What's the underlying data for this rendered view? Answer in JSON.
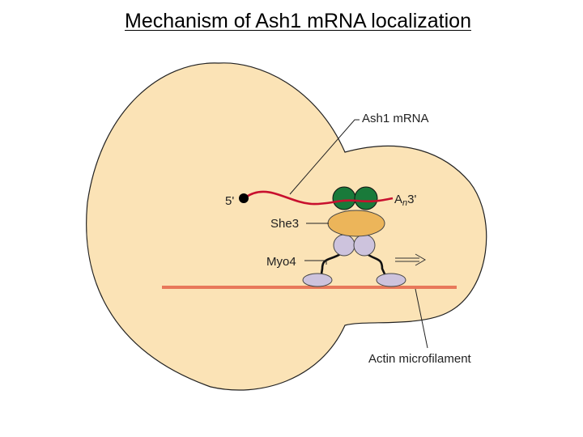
{
  "title": "Mechanism of Ash1 mRNA localization",
  "labels": {
    "ash1_mrna": "Ash1 mRNA",
    "five_prime": "5'",
    "poly_a": "A",
    "poly_a_subscript": "n",
    "three_prime": "3'",
    "she3": "She3",
    "myo4": "Myo4",
    "actin": "Actin microfilament"
  },
  "colors": {
    "cell_fill": "#fbe3b6",
    "cell_stroke": "#222222",
    "mrna": "#c8102e",
    "she2": "#197a3a",
    "she3": "#ecb55a",
    "myo4": "#cdc3dd",
    "actin": "#e8785a"
  },
  "icons": {
    "direction_arrow": "right-arrow-icon"
  }
}
